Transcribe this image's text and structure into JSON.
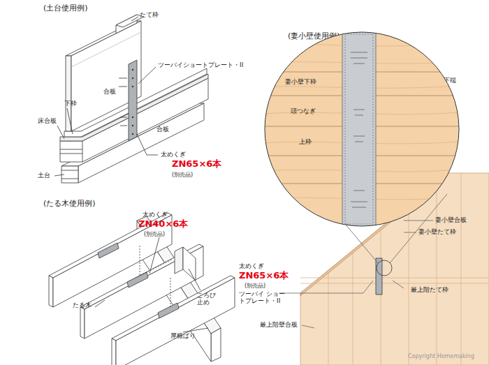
{
  "diagram": {
    "nodes": [
      {
        "text": [
          "妻小壁下枠",
          "頭つなぎ",
          "上枠"
        ]
      }
    ],
    "labels": [
      "(土台使用例)",
      "たて枠",
      "ツーバイショートプレート・II",
      "合板",
      "合板",
      "下枠",
      "床合板",
      "土台",
      "太めくぎ",
      "ZN65×6本",
      "(別売品)",
      "(たる木使用例)",
      "太めくぎ",
      "ZN40×6本",
      "(別売品)",
      "たる木",
      "ころび止め",
      "屋根ばり",
      "(妻小壁使用例)",
      "妻小壁下端",
      "妻小壁合板",
      "妻小壁たて枠",
      "最上階たて枠",
      "太めくぎ",
      "ZN65×6本",
      "(別売品)",
      "ツーバイ ショートプレート・II",
      "最上階壁合板",
      "Copyright Homemaking"
    ]
  }
}
